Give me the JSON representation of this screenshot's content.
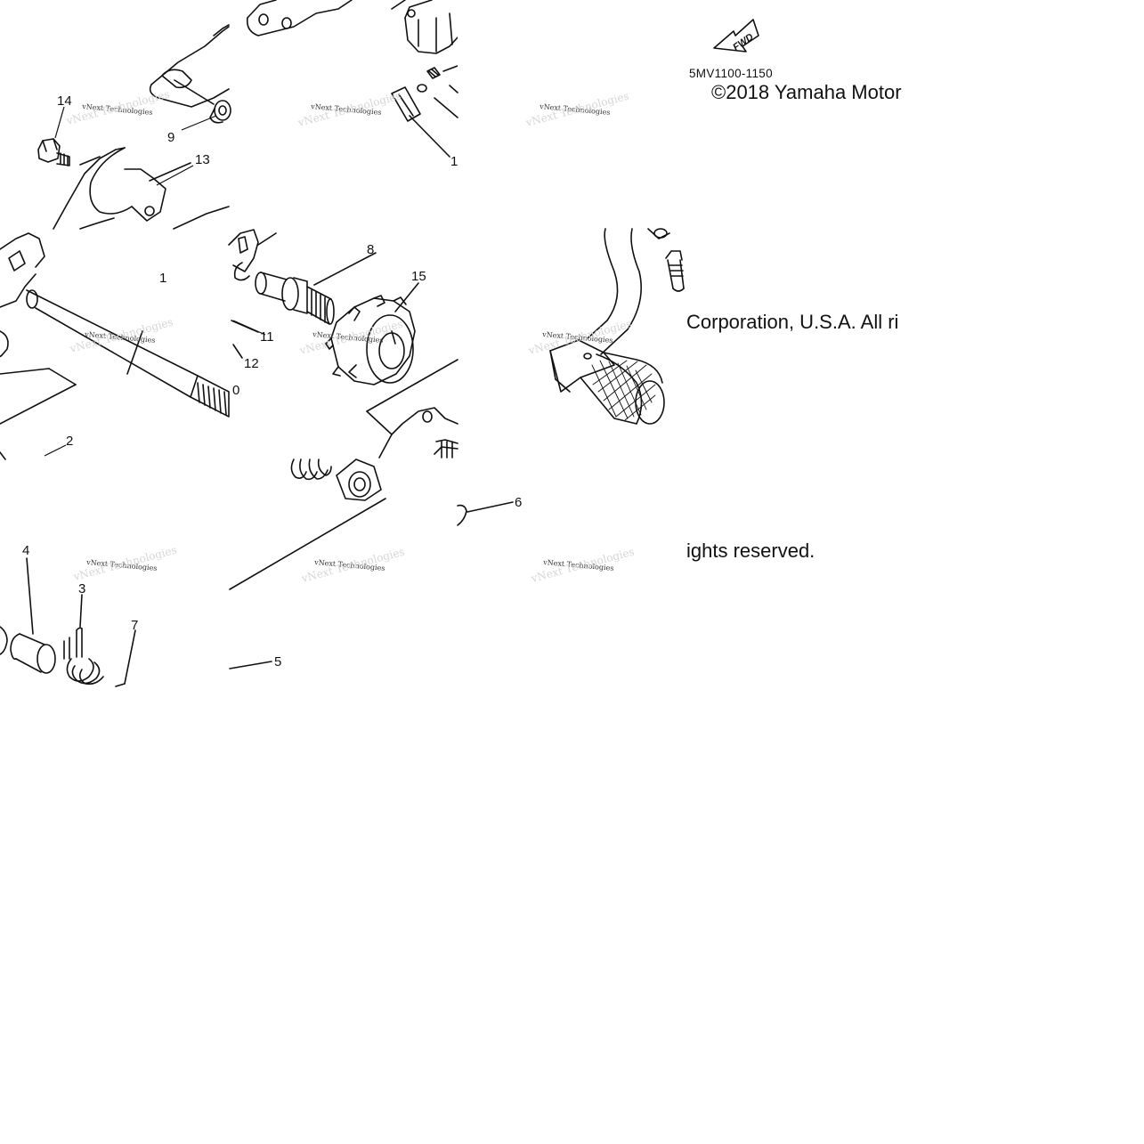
{
  "diagram": {
    "part_code": "5MV1100-1150",
    "copyright": {
      "line1": "©2018 Yamaha Motor",
      "line2": "Corporation, U.S.A. All ri",
      "line3": "ights reserved."
    },
    "direction_arrow_label": "FWD",
    "watermark_text": "vNext Technologies",
    "watermark_faint": "vNext Technologies",
    "callouts": {
      "c1": "1",
      "c2": "2",
      "c3": "3",
      "c4": "4",
      "c5": "5",
      "c6": "6",
      "c7": "7",
      "c8": "8",
      "c9": "9",
      "c10": "0",
      "c11": "11",
      "c12": "12",
      "c13": "13",
      "c14": "14",
      "c15": "15",
      "c16": "1"
    }
  }
}
